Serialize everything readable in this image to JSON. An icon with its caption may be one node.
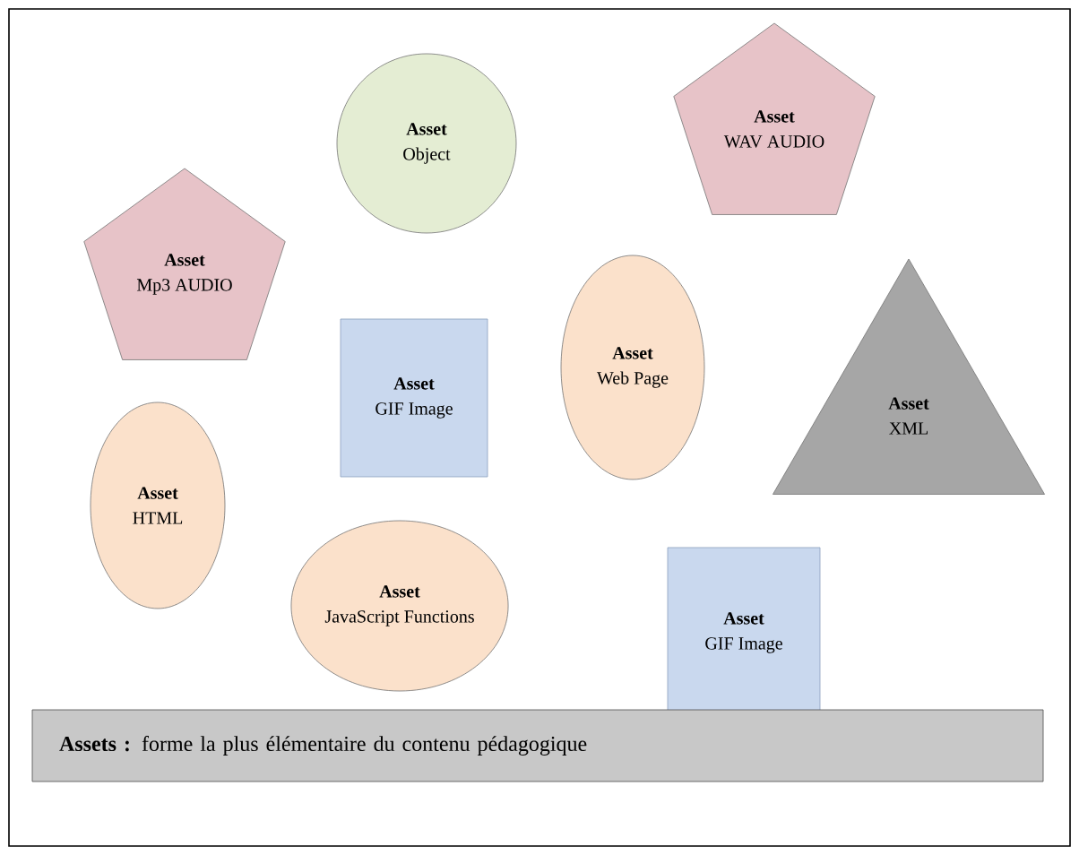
{
  "diagram": {
    "nodes": [
      {
        "text": [
          "Asset",
          "Object"
        ]
      },
      {
        "text": [
          "Asset",
          "WAV AUDIO"
        ]
      },
      {
        "text": [
          "Asset",
          "Mp3 AUDIO"
        ]
      },
      {
        "text": [
          "Asset",
          "Web Page"
        ]
      },
      {
        "text": [
          "Asset",
          "XML"
        ]
      },
      {
        "text": [
          "Asset",
          "GIF Image"
        ]
      },
      {
        "text": [
          "Asset",
          "HTML"
        ]
      },
      {
        "text": [
          "Asset",
          "JavaScript Functions"
        ]
      },
      {
        "text": [
          "Asset",
          "GIF Image"
        ]
      },
      {
        "text": [
          "**Assets :** forme la plus élémentaire  du contenu pédagogique"
        ]
      }
    ]
  }
}
